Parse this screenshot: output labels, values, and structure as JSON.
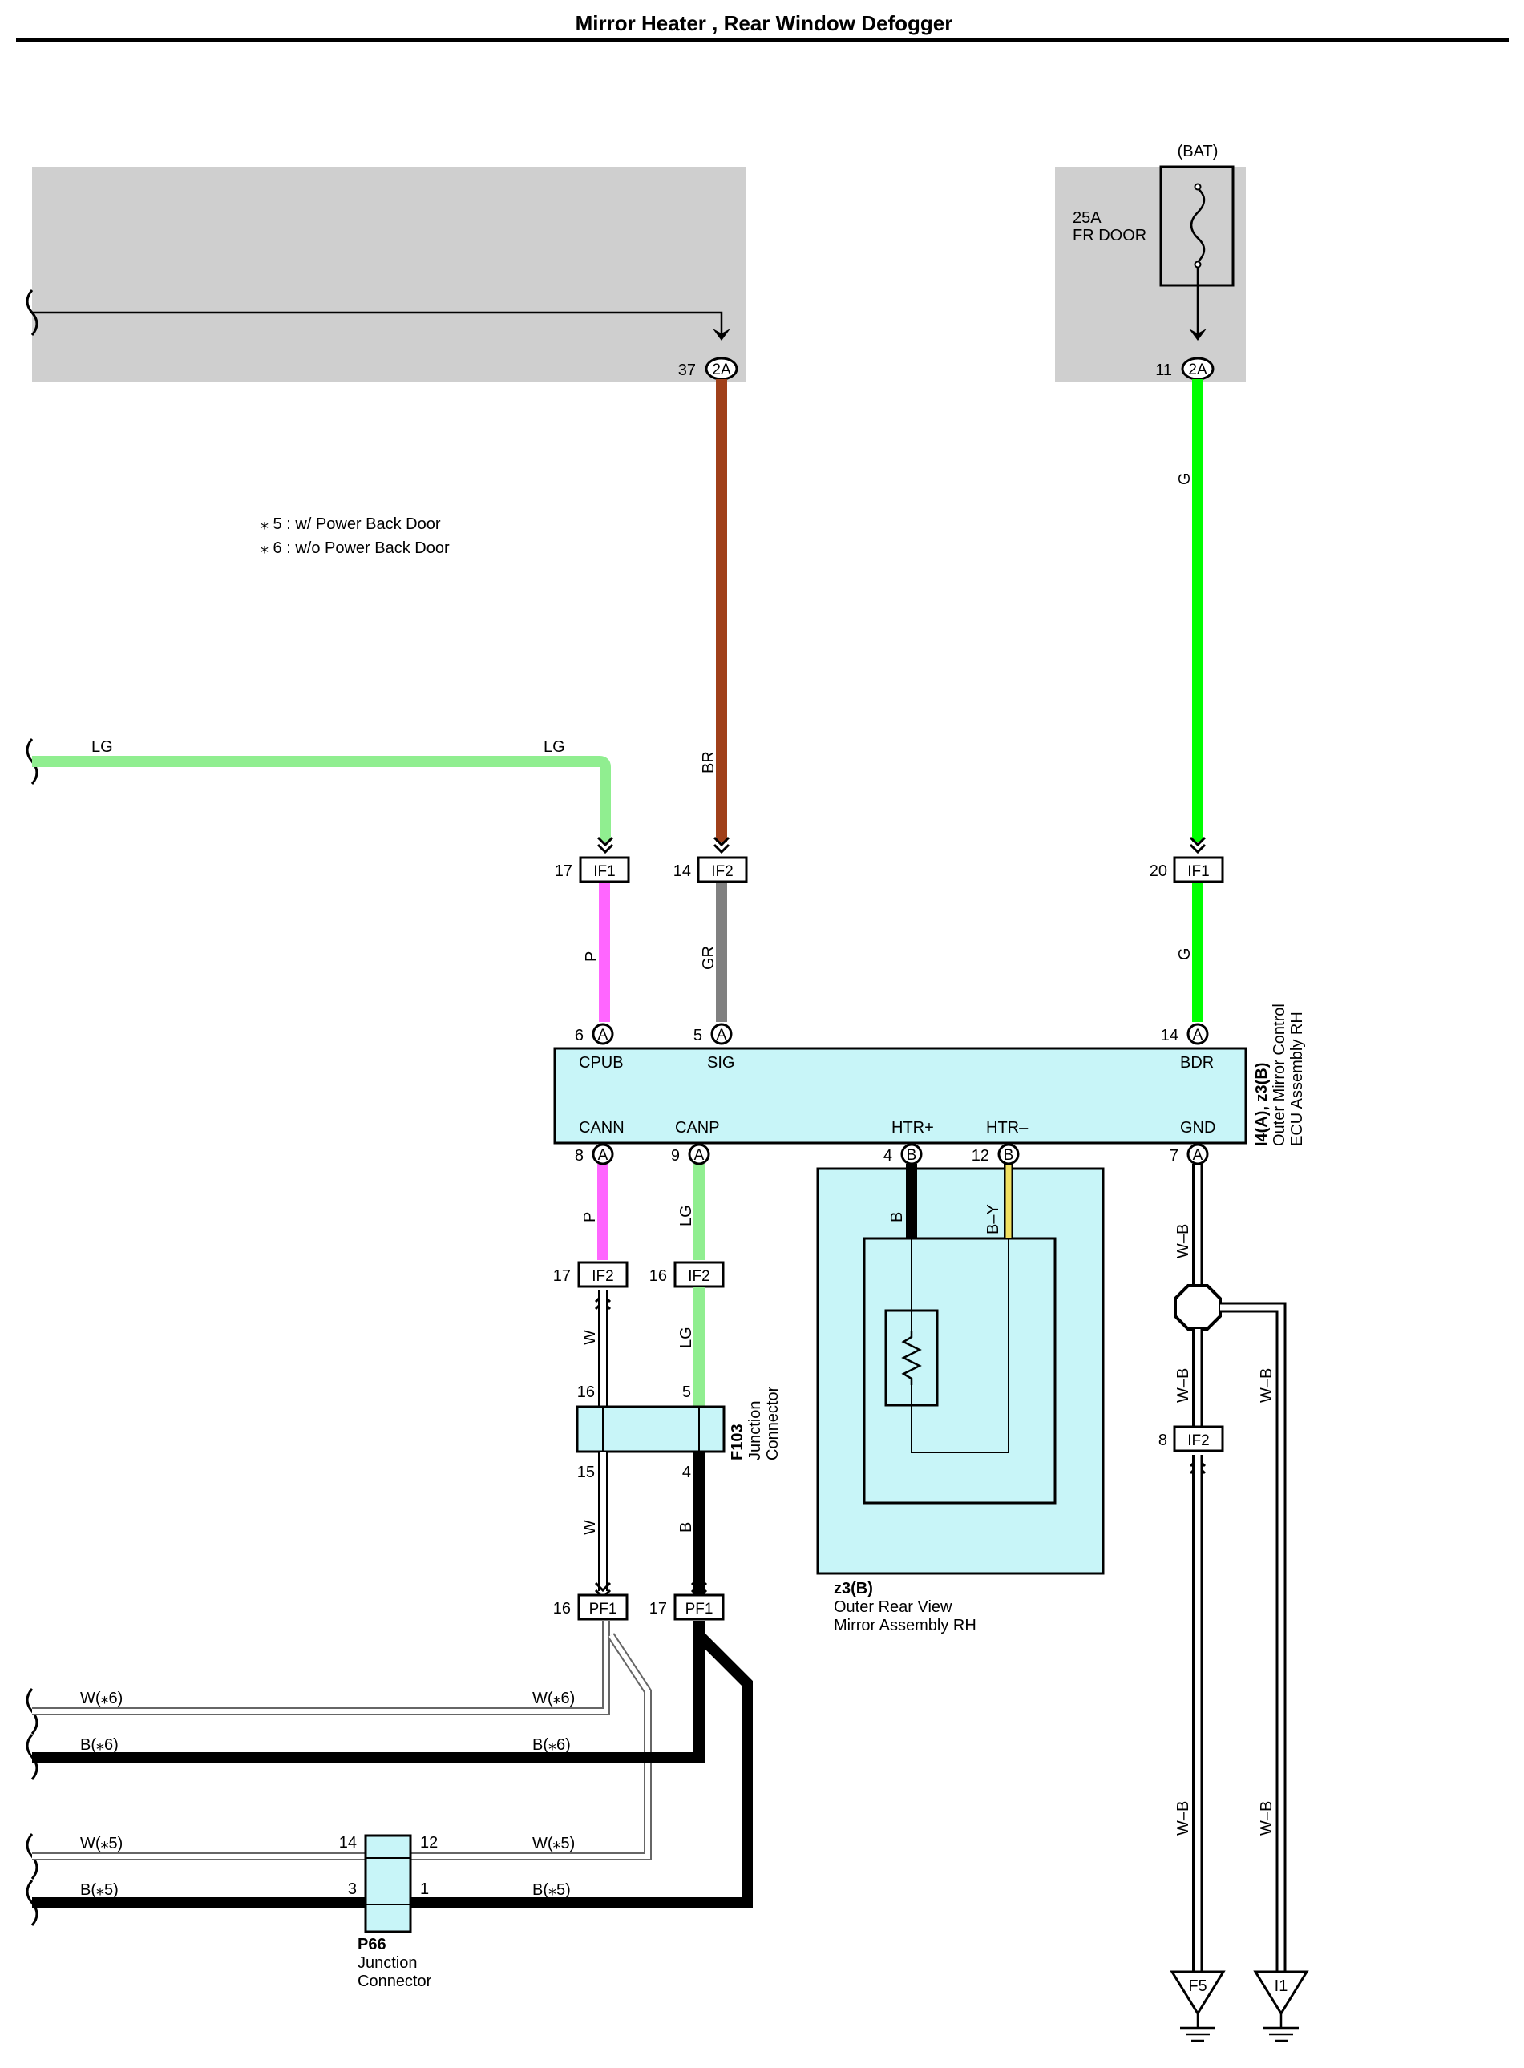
{
  "title": "Mirror Heater , Rear Window Defogger",
  "colors": {
    "panel_gray": "#cfcfcf",
    "ecu_fill": "#c8f5f8",
    "wire_br": "#a0401a",
    "wire_g": "#00ff00",
    "wire_lg": "#90ee90",
    "wire_p": "#ff66ff",
    "wire_gr": "#808080",
    "wire_b": "#000000",
    "wire_by": "#f0e060"
  },
  "legend": {
    "note5": "⁎ 5 : w/ Power Back Door",
    "note6": "⁎ 6 : w/o Power Back Door"
  },
  "fuse": {
    "source": "(BAT)",
    "rating": "25A",
    "name": "FR DOOR"
  },
  "top_connectors": {
    "left": {
      "pin": "37",
      "code": "2A"
    },
    "right": {
      "pin": "11",
      "code": "2A"
    }
  },
  "wire_labels": {
    "br": "BR",
    "g_upper": "G",
    "g_lower": "G",
    "lg_left": "LG",
    "lg_right": "LG",
    "p_upper": "P",
    "gr": "GR",
    "p_lower": "P",
    "lg_lower1": "LG",
    "lg_lower2": "LG",
    "w1": "W",
    "w2": "W",
    "b1": "B",
    "heater_b": "B",
    "heater_by": "B–Y",
    "wb1": "W–B",
    "wb2": "W–B",
    "wb3": "W–B",
    "wb4": "W–B",
    "wb5": "W–B"
  },
  "connectors": {
    "if1_a": {
      "pin": "17",
      "code": "IF1"
    },
    "if2_a": {
      "pin": "14",
      "code": "IF2"
    },
    "if1_b": {
      "pin": "20",
      "code": "IF1"
    },
    "if2_b": {
      "pin": "17",
      "code": "IF2"
    },
    "if2_c": {
      "pin": "16",
      "code": "IF2"
    },
    "if2_d": {
      "pin": "8",
      "code": "IF2"
    },
    "pf1_a": {
      "pin": "16",
      "code": "PF1"
    },
    "pf1_b": {
      "pin": "17",
      "code": "PF1"
    }
  },
  "ecu": {
    "pins_top": [
      {
        "num": "6",
        "code": "A",
        "name": "CPUB"
      },
      {
        "num": "5",
        "code": "A",
        "name": "SIG"
      },
      {
        "num": "14",
        "code": "A",
        "name": "BDR"
      }
    ],
    "pins_bottom": [
      {
        "num": "8",
        "code": "A",
        "name": "CANN"
      },
      {
        "num": "9",
        "code": "A",
        "name": "CANP"
      },
      {
        "num": "4",
        "code": "B",
        "name": "HTR+"
      },
      {
        "num": "12",
        "code": "B",
        "name": "HTR–"
      },
      {
        "num": "7",
        "code": "A",
        "name": "GND"
      }
    ],
    "id": "I4(A), z3(B)",
    "label1": "Outer Mirror Control",
    "label2": "ECU Assembly RH"
  },
  "junction_f103": {
    "id": "F103",
    "label1": "Junction",
    "label2": "Connector",
    "pin16": "16",
    "pin5": "5",
    "pin15": "15",
    "pin4": "4"
  },
  "mirror": {
    "id": "z3(B)",
    "label1": "Outer Rear View",
    "label2": "Mirror Assembly RH"
  },
  "bottom_wires": {
    "w6": "W(⁎6)",
    "b6": "B(⁎6)",
    "w5": "W(⁎5)",
    "b5": "B(⁎5)"
  },
  "junction_p66": {
    "id": "P66",
    "label1": "Junction",
    "label2": "Connector",
    "pin14": "14",
    "pin12": "12",
    "pin3": "3",
    "pin1": "1"
  },
  "grounds": {
    "g1": "F5",
    "g2": "I1"
  }
}
